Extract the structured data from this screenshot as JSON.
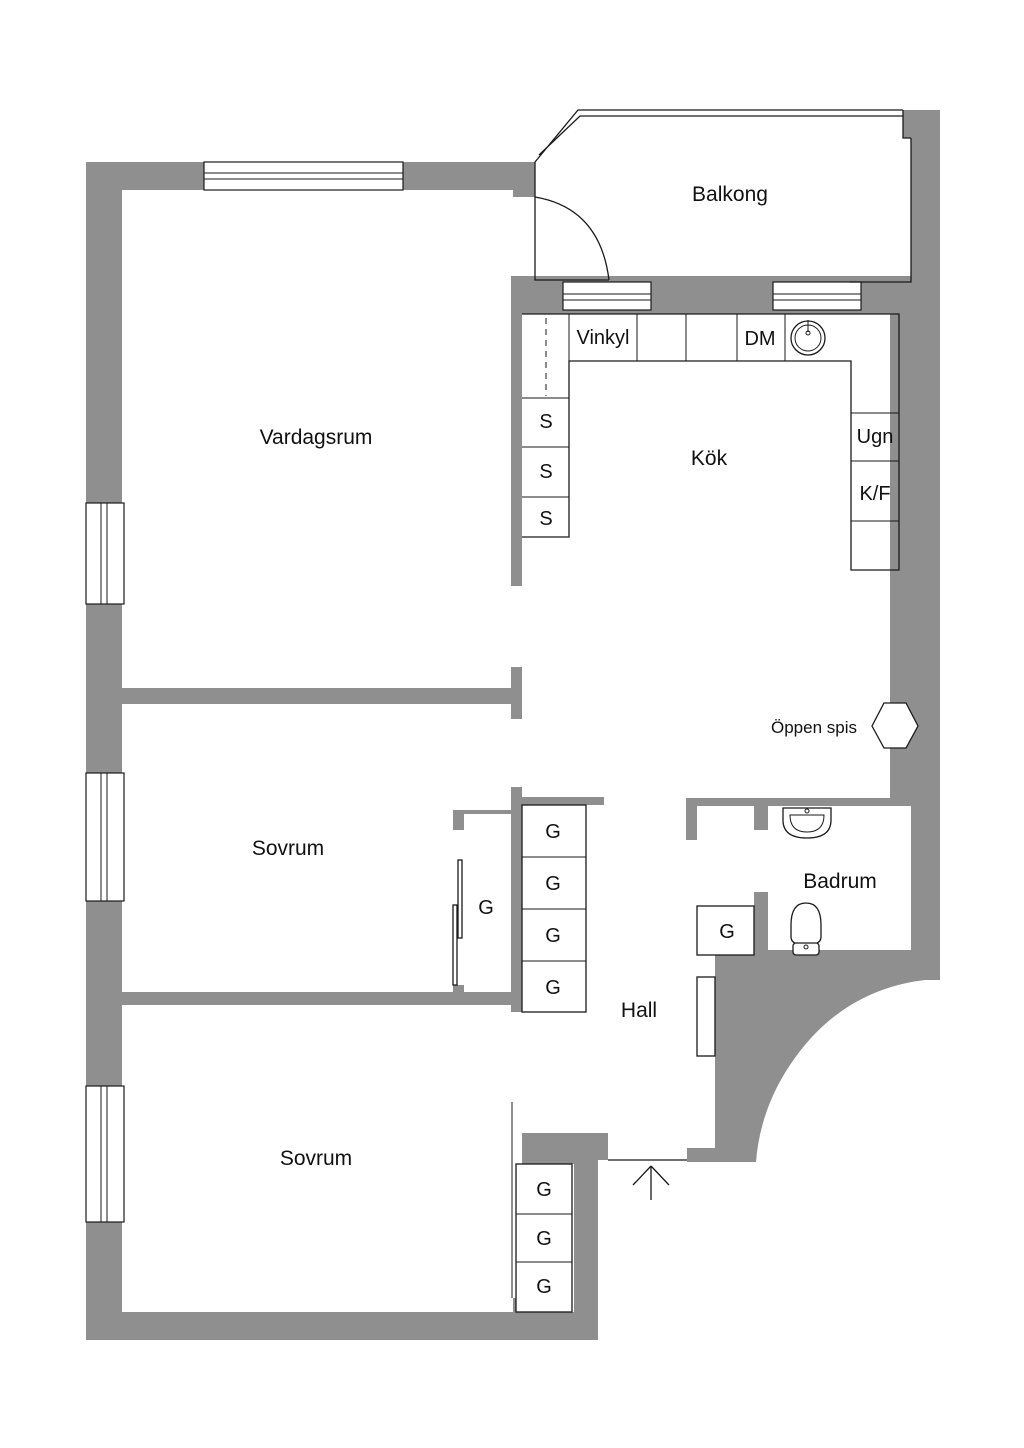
{
  "rooms": {
    "balkong": "Balkong",
    "vardagsrum": "Vardagsrum",
    "kok": "Kök",
    "sovrum_1": "Sovrum",
    "sovrum_2": "Sovrum",
    "hall": "Hall",
    "badrum": "Badrum"
  },
  "fixtures": {
    "vinkyl": "Vinkyl",
    "dm": "DM",
    "ugn": "Ugn",
    "kf": "K/F",
    "oppen_spis": "Öppen spis",
    "s": [
      "S",
      "S",
      "S"
    ],
    "g_hall_column": [
      "G",
      "G",
      "G",
      "G"
    ],
    "g_sovrum_1": "G",
    "g_badrum": "G",
    "g_sovrum_2": [
      "G",
      "G",
      "G"
    ]
  }
}
